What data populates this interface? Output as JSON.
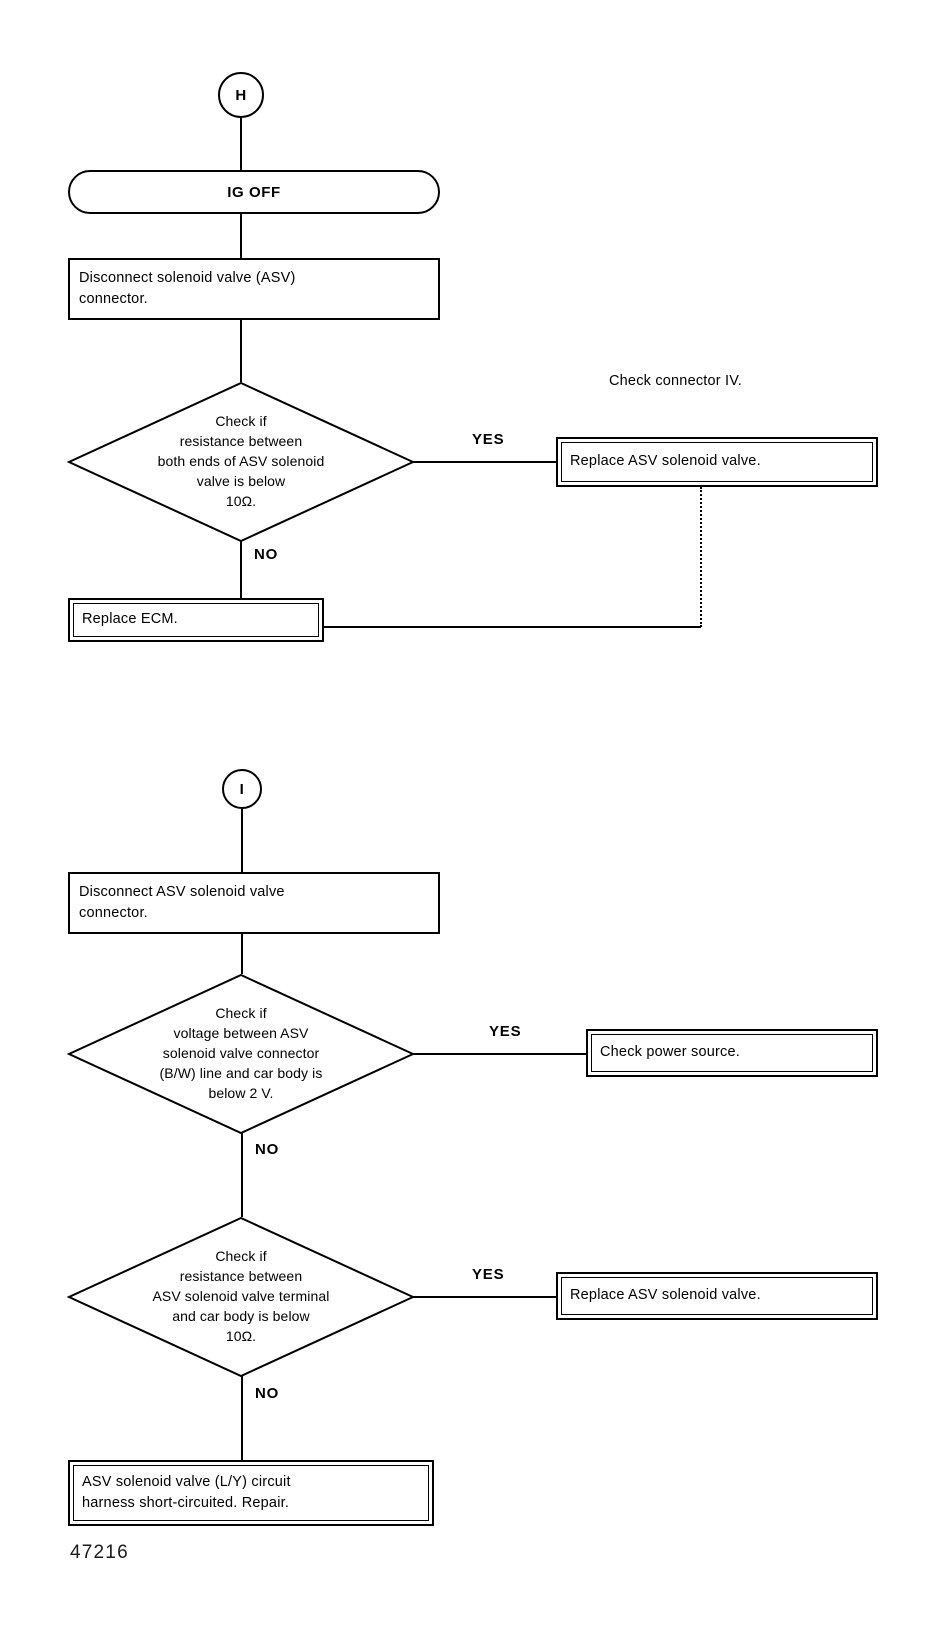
{
  "figure": {
    "id": "47216",
    "type": "troubleshooting-flowchart"
  },
  "section_h": {
    "connector": "H",
    "terminator": "IG OFF",
    "step1_line1": "Disconnect solenoid valve (ASV)",
    "step1_line2": "connector.",
    "decision1_line1": "Check if",
    "decision1_line2": "resistance between",
    "decision1_line3": "both ends of ASV solenoid",
    "decision1_line4": "valve is below",
    "decision1_line5": "10Ω.",
    "decision1_yes": "YES",
    "decision1_no": "NO",
    "note_above_box": "Check connector IV.",
    "yes_result": "Replace ASV solenoid valve.",
    "no_result": "Replace ECM."
  },
  "section_i": {
    "connector": "I",
    "step1_line1": "Disconnect ASV solenoid valve",
    "step1_line2": "connector.",
    "decision1_line1": "Check if",
    "decision1_line2": "voltage between ASV",
    "decision1_line3": "solenoid valve connector",
    "decision1_line4": "(B/W) line and car body is",
    "decision1_line5": "below 2 V.",
    "decision1_yes": "YES",
    "decision1_no": "NO",
    "decision1_yes_result": "Check power source.",
    "decision2_line1": "Check if",
    "decision2_line2": "resistance between",
    "decision2_line3": "ASV solenoid valve terminal",
    "decision2_line4": "and car body is below",
    "decision2_line5": "10Ω.",
    "decision2_yes": "YES",
    "decision2_no": "NO",
    "decision2_yes_result": "Replace ASV solenoid valve.",
    "final_result_line1": "ASV solenoid valve (L/Y) circuit",
    "final_result_line2": "harness short-circuited.  Repair."
  }
}
